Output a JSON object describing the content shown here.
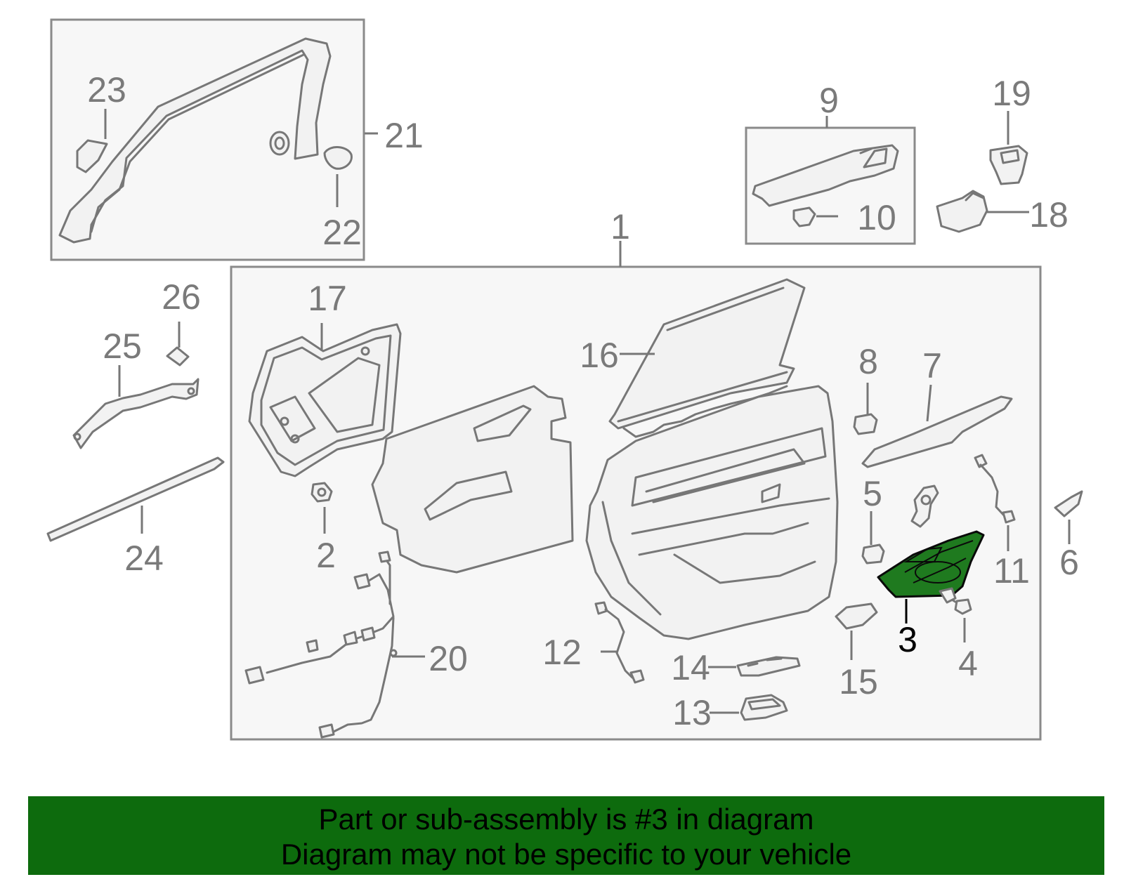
{
  "callouts": {
    "c1": "1",
    "c2": "2",
    "c3": "3",
    "c4": "4",
    "c5": "5",
    "c6": "6",
    "c7": "7",
    "c8": "8",
    "c9": "9",
    "c10": "10",
    "c11": "11",
    "c12": "12",
    "c13": "13",
    "c14": "14",
    "c15": "15",
    "c16": "16",
    "c17": "17",
    "c18": "18",
    "c19": "19",
    "c20": "20",
    "c21": "21",
    "c22": "22",
    "c23": "23",
    "c24": "24",
    "c25": "25",
    "c26": "26"
  },
  "highlight": {
    "part": "3",
    "color": "#1f7a1f"
  },
  "banner": {
    "line1": "Part or sub-assembly is #3 in diagram",
    "line2": "Diagram may not be specific to your vehicle",
    "color": "#0d6b0d"
  }
}
